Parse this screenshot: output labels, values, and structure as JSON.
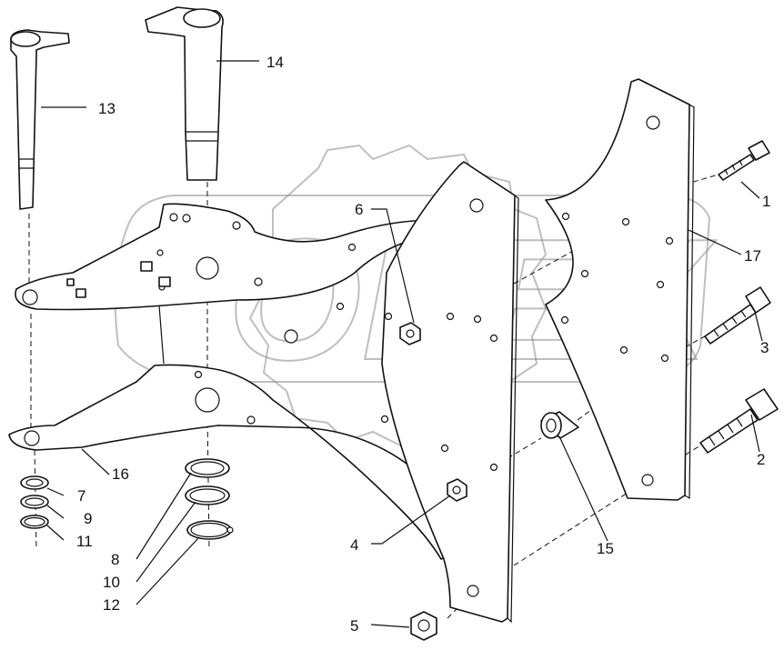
{
  "watermark": {
    "text": "OPEX",
    "color": "#8a8a8a"
  },
  "callouts": [
    {
      "id": "c1",
      "label": "1"
    },
    {
      "id": "c2",
      "label": "2"
    },
    {
      "id": "c3",
      "label": "3"
    },
    {
      "id": "c4",
      "label": "4"
    },
    {
      "id": "c5",
      "label": "5"
    },
    {
      "id": "c6",
      "label": "6"
    },
    {
      "id": "c7",
      "label": "7"
    },
    {
      "id": "c8",
      "label": "8"
    },
    {
      "id": "c9",
      "label": "9"
    },
    {
      "id": "c10",
      "label": "10"
    },
    {
      "id": "c11",
      "label": "11"
    },
    {
      "id": "c12",
      "label": "12"
    },
    {
      "id": "c13",
      "label": "13"
    },
    {
      "id": "c14",
      "label": "14"
    },
    {
      "id": "c15",
      "label": "15"
    },
    {
      "id": "c16",
      "label": "16"
    },
    {
      "id": "c17",
      "label": "17"
    }
  ]
}
